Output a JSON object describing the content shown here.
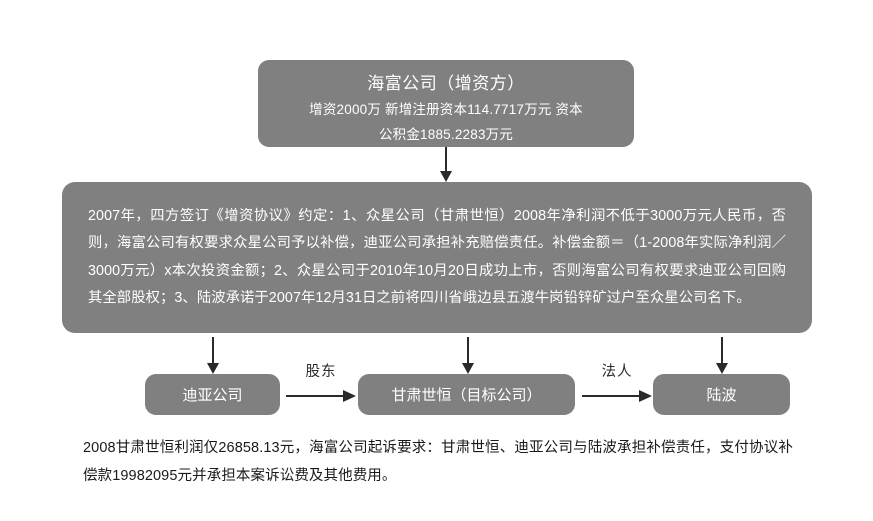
{
  "diagram": {
    "type": "flowchart",
    "accent_color": "#808080",
    "arrow_color": "#2a2a2a",
    "box_text_color": "#ffffff",
    "caption_text_color": "#1a1a1a",
    "background_color": "#ffffff"
  },
  "top_box": {
    "title": "海富公司（增资方）",
    "line1": "增资2000万 新增注册资本114.7717万元 资本",
    "line2": "公积金1885.2283万元"
  },
  "agreement_box": {
    "text": "2007年，四方签订《增资协议》约定：1、众星公司（甘肃世恒）2008年净利润不低于3000万元人民币，否则，海富公司有权要求众星公司予以补偿，迪亚公司承担补充赔偿责任。补偿金额＝（1-2008年实际净利润／3000万元）x本次投资金额；2、众星公司于2010年10月20日成功上市，否则海富公司有权要求迪亚公司回购其全部股权；3、陆波承诺于2007年12月31日之前将四川省峨边县五渡牛岗铅锌矿过户至众星公司名下。"
  },
  "entities": {
    "diya": "迪亚公司",
    "gansu": "甘肃世恒（目标公司）",
    "lubo": "陆波"
  },
  "relations": {
    "diya_to_gansu": "股东",
    "gansu_to_lubo": "法人"
  },
  "caption": {
    "text": "2008甘肃世恒利润仅26858.13元，海富公司起诉要求：甘肃世恒、迪亚公司与陆波承担补偿责任，支付协议补偿款19982095元并承担本案诉讼费及其他费用。"
  }
}
